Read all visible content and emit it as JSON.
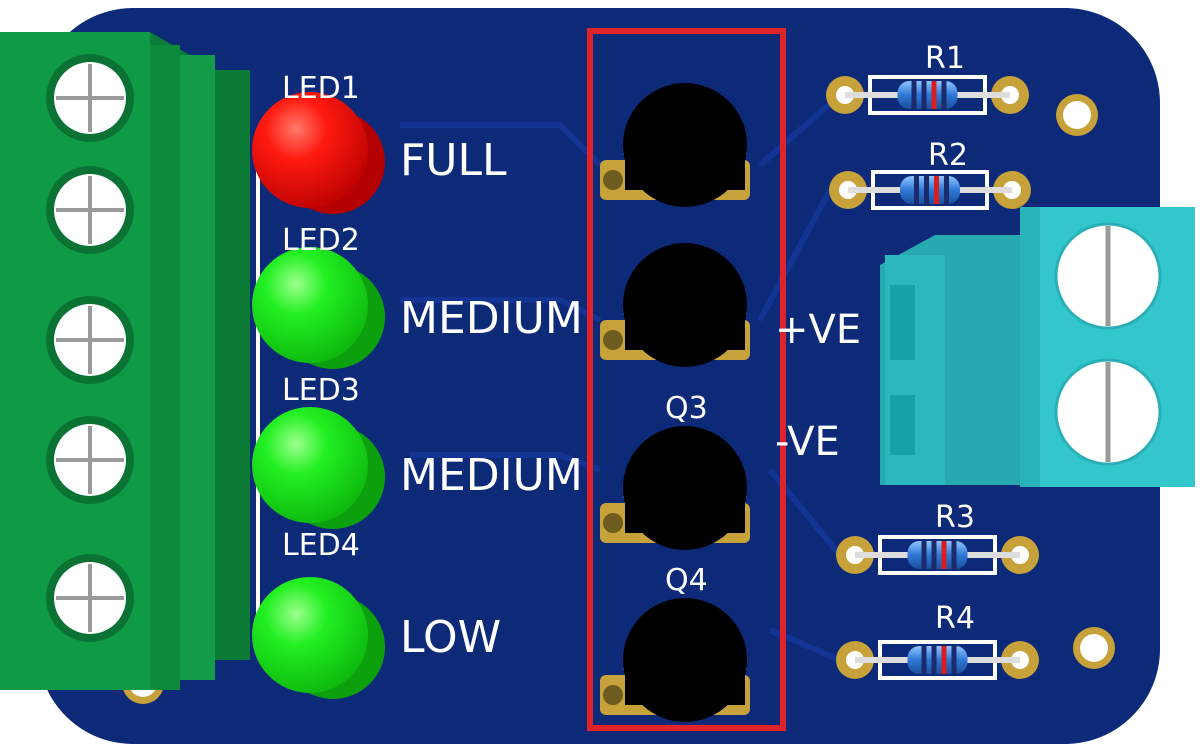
{
  "board": {
    "board_color": "#0d2a78",
    "highlight_color": "#e0222a"
  },
  "leds": [
    {
      "designator": "LED1",
      "label": "FULL",
      "color": "#ff1212"
    },
    {
      "designator": "LED2",
      "label": "MEDIUM",
      "color": "#22ee22"
    },
    {
      "designator": "LED3",
      "label": "MEDIUM",
      "color": "#22ee22"
    },
    {
      "designator": "LED4",
      "label": "LOW",
      "color": "#22ee22"
    }
  ],
  "transistors": [
    {
      "designator": ""
    },
    {
      "designator": ""
    },
    {
      "designator": "Q3"
    },
    {
      "designator": "Q4"
    }
  ],
  "resistors": [
    {
      "designator": "R1"
    },
    {
      "designator": "R2"
    },
    {
      "designator": "R3"
    },
    {
      "designator": "R4"
    }
  ],
  "power_connector": {
    "positive_label": "+VE",
    "negative_label": "-VE",
    "color": "#33c6cc"
  },
  "output_connector": {
    "color": "#0f9a45",
    "terminal_count": 5
  }
}
